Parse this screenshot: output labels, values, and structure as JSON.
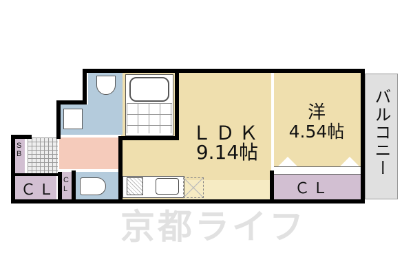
{
  "floorplan": {
    "rooms": {
      "ldk": {
        "name": "ＬＤＫ",
        "size": "9.14帖"
      },
      "western": {
        "name": "洋",
        "size": "4.54帖"
      },
      "balcony": {
        "name": "バルコニー"
      },
      "closet_main": {
        "name": "ＣＬ"
      },
      "closet_left": {
        "name": "ＣＬ"
      },
      "closet_small": {
        "name": "C\nL"
      },
      "shoe_box": {
        "name": "S\nB"
      }
    },
    "watermark": "京都ライフ",
    "colors": {
      "ldk": "#efdfae",
      "western": "#efdfae",
      "closet": "#d2bfd2",
      "wet_area": "#b4cbdc",
      "hallway": "#f5cbbb",
      "balcony": "#e0e0e0",
      "wall": "#000000"
    }
  }
}
